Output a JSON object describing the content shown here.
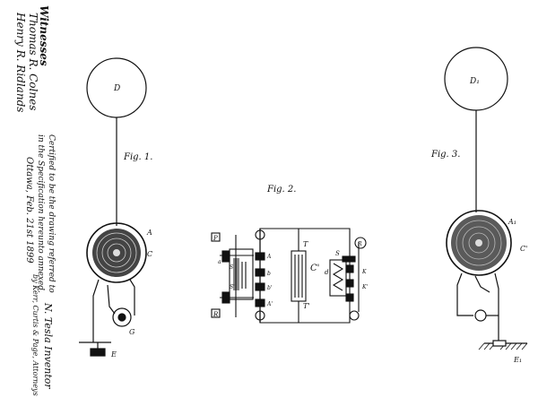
{
  "margin_text": {
    "witnesses_heading": "Witnesses",
    "witness_signature_1": "Thomas R. Colnes",
    "witness_signature_2": "Henry R. Ridlands",
    "certification_line_1": "Certified to be the drawing referred to",
    "certification_line_2": "in the Specification hereunto annexed.",
    "certification_line_3": "Ottawa, Feb. 21st 1899",
    "inventor_line": "N. Tesla   Inventor",
    "attorney_signature": "by Kerr, Curtis & Page, Attorneys"
  },
  "figures": {
    "fig1": {
      "title": "Fig. 1.",
      "label_D": "D",
      "label_A": "A",
      "label_C": "C",
      "label_G": "G",
      "label_E": "E"
    },
    "fig2": {
      "title": "Fig. 2.",
      "label_P": "P",
      "label_R": "R",
      "label_A": "A",
      "label_S": "S",
      "label_S2": "S'",
      "label_b": "b",
      "label_b2": "b'",
      "label_A2": "A'",
      "label_T": "T",
      "label_T2": "T'",
      "label_C2": "C'",
      "label_K": "K",
      "label_K2": "K'",
      "label_S3": "S",
      "label_R2": "R",
      "label_d": "d",
      "label_a": "a"
    },
    "fig3": {
      "title": "Fig. 3.",
      "label_D1": "D₁",
      "label_A1": "A₁",
      "label_C1": "C'",
      "label_E1": "E₁"
    }
  },
  "colors": {
    "ink": "#111111",
    "paper": "#ffffff"
  }
}
